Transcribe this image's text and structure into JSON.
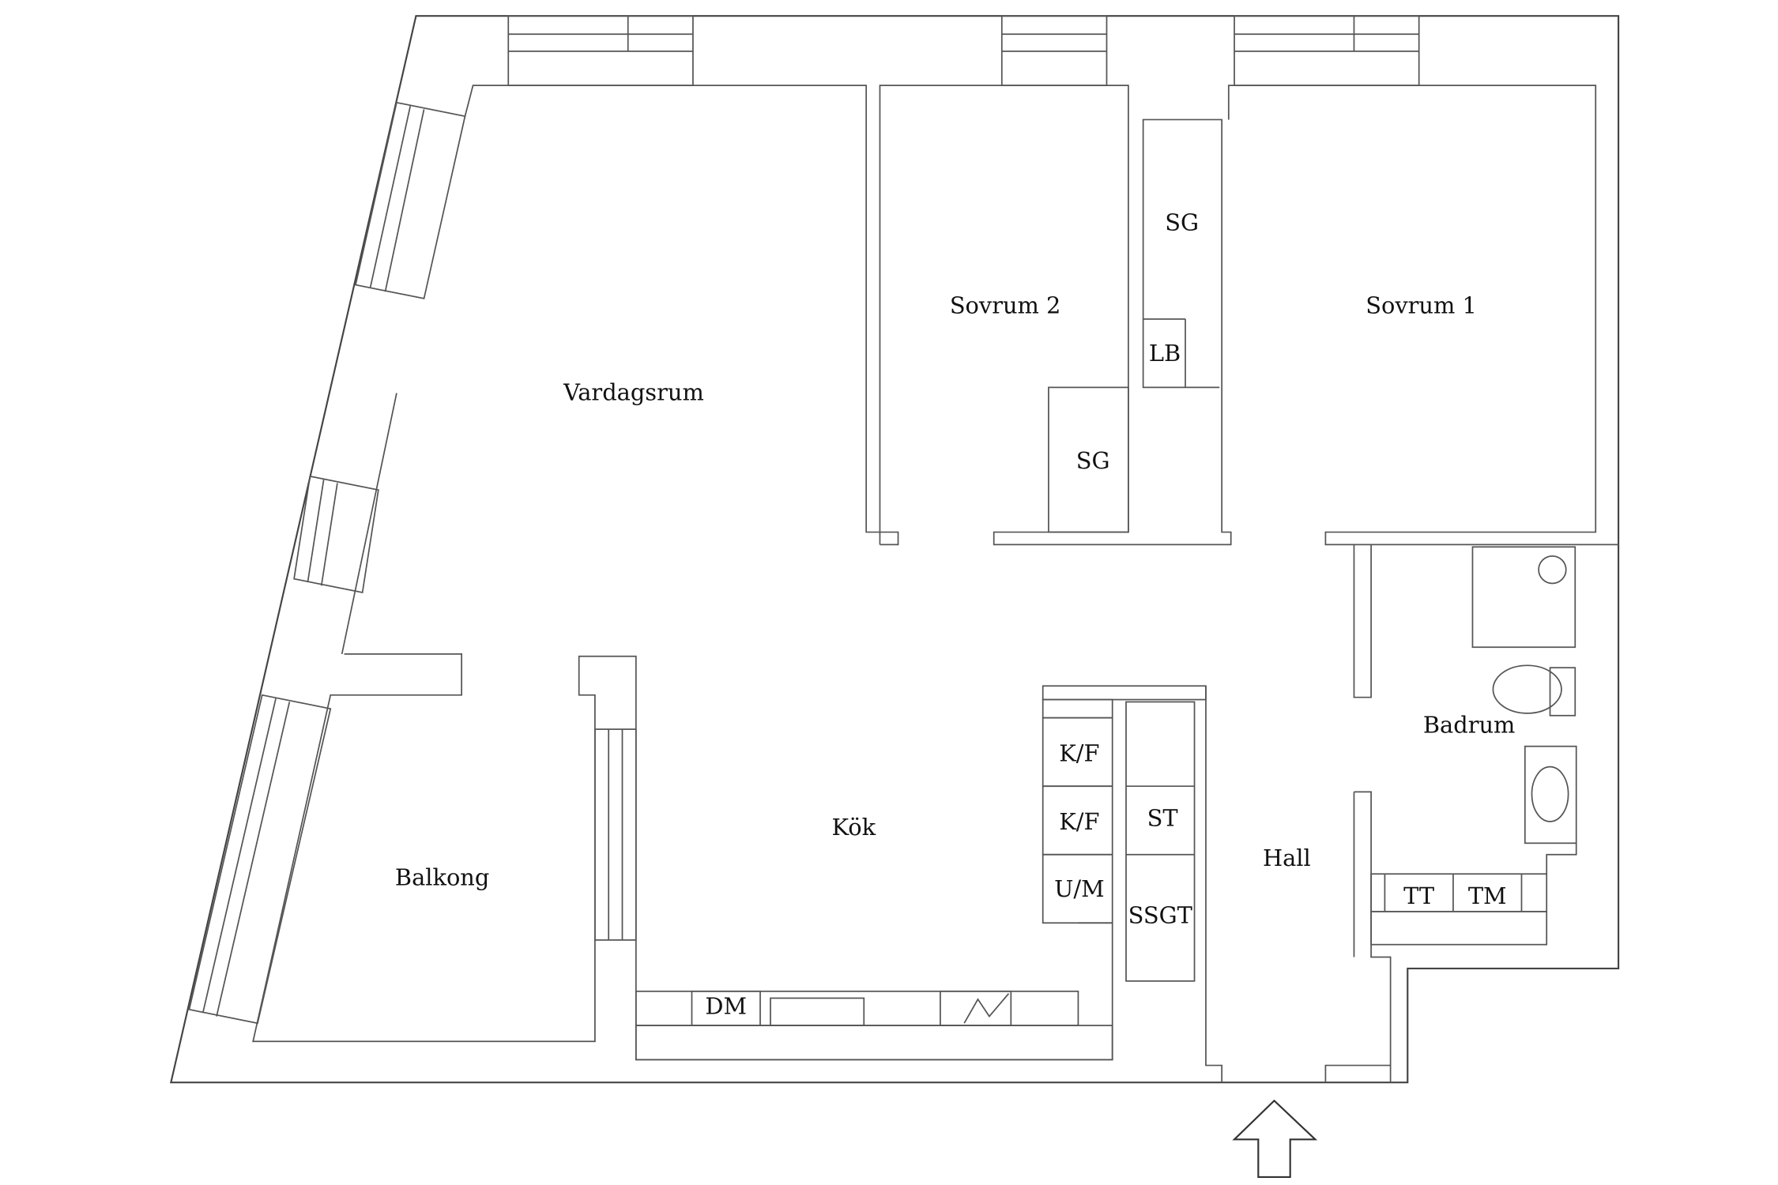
{
  "rooms": {
    "vardagsrum": "Vardagsrum",
    "sovrum2": "Sovrum 2",
    "sovrum1": "Sovrum 1",
    "kok": "Kök",
    "balkong": "Balkong",
    "hall": "Hall",
    "badrum": "Badrum"
  },
  "fixtures": {
    "sg1": "SG",
    "sg2": "SG",
    "lb": "LB",
    "kf1": "K/F",
    "kf2": "K/F",
    "um": "U/M",
    "st": "ST",
    "ssgt": "SSGT",
    "dm": "DM",
    "tt": "TT",
    "tm": "TM"
  },
  "icons": {
    "entrance": "entrance-arrow-icon"
  }
}
